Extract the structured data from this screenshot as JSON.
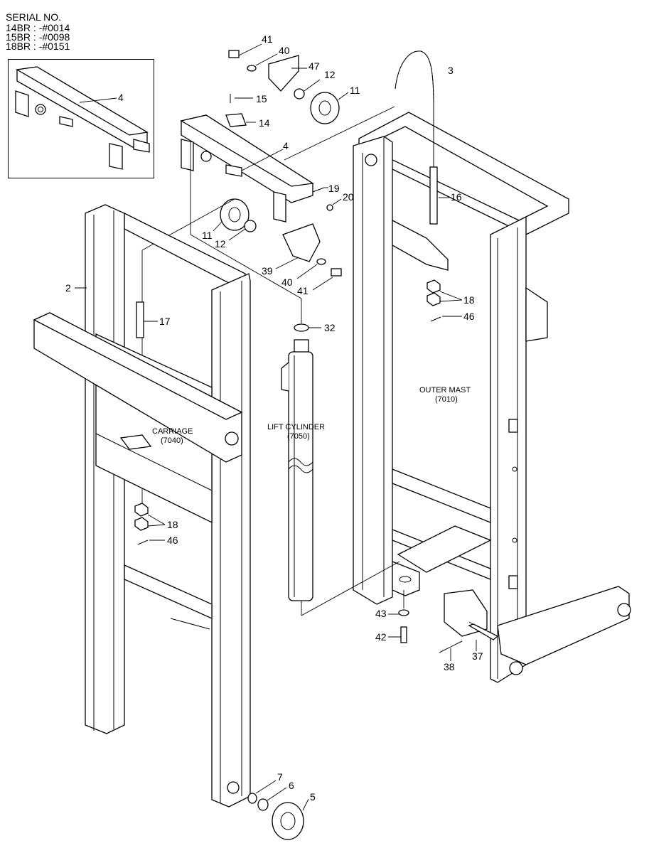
{
  "serial": {
    "title": "SERIAL NO.",
    "lines": [
      "14BR : -#0014",
      "15BR : -#0098",
      "18BR : -#0151"
    ]
  },
  "labels": {
    "carriage_name": "CARRIAGE",
    "carriage_code": "(7040)",
    "cylinder_name": "LIFT CYLINDER",
    "cylinder_code": "(7050)",
    "outer_name": "OUTER MAST",
    "outer_code": "(7010)"
  },
  "callouts": {
    "c41a": "41",
    "c40a": "40",
    "c47": "47",
    "c12a": "12",
    "c11a": "11",
    "c3": "3",
    "c15": "15",
    "c14": "14",
    "c4": "4",
    "c4inset": "4",
    "c19": "19",
    "c20": "20",
    "c16": "16",
    "c11b": "11",
    "c12b": "12",
    "c39": "39",
    "c40b": "40",
    "c41b": "41",
    "c2": "2",
    "c17": "17",
    "c32": "32",
    "c18a": "18",
    "c46a": "46",
    "c18b": "18",
    "c46b": "46",
    "c43": "43",
    "c42": "42",
    "c37": "37",
    "c38": "38",
    "c7": "7",
    "c6": "6",
    "c5": "5"
  }
}
